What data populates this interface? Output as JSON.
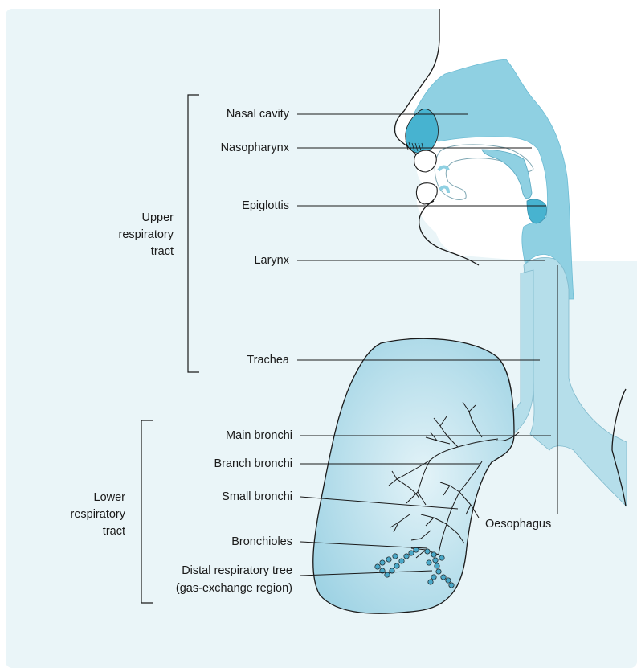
{
  "groups": {
    "upper": {
      "line1": "Upper",
      "line2": "respiratory",
      "line3": "tract"
    },
    "lower": {
      "line1": "Lower",
      "line2": "respiratory",
      "line3": "tract"
    }
  },
  "labels": {
    "nasal_cavity": "Nasal cavity",
    "nasopharynx": "Nasopharynx",
    "epiglottis": "Epiglottis",
    "larynx": "Larynx",
    "trachea": "Trachea",
    "main_bronchi": "Main bronchi",
    "branch_bronchi": "Branch bronchi",
    "small_bronchi": "Small bronchi",
    "bronchioles": "Bronchioles",
    "distal_tree_line1": "Distal respiratory tree",
    "distal_tree_line2": "(gas-exchange region)",
    "oesophagus": "Oesophagus"
  },
  "colors": {
    "panel_bg": "#eaf5f8",
    "airway": "#8fd0e2",
    "airway_dark": "#47b3d0",
    "lung_fill": "#b5deea",
    "alveoli": "#4aa8c8"
  }
}
